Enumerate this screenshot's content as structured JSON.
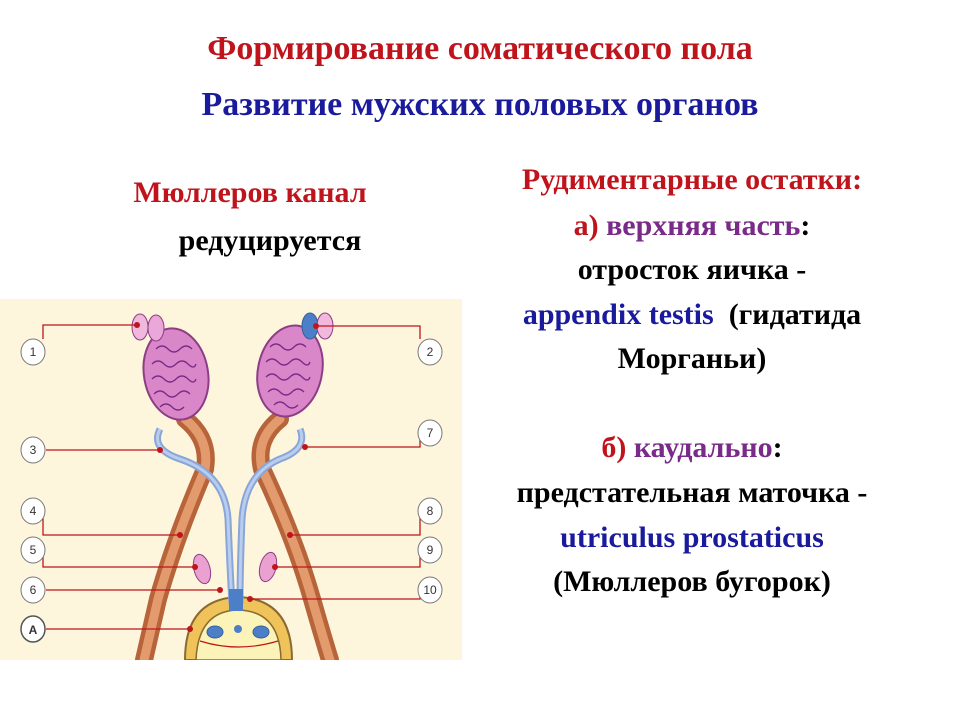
{
  "title": "Формирование соматического пола",
  "subtitle": "Развитие мужских половых органов",
  "left": {
    "heading": "Мюллеров канал",
    "subheading": "редуцируется"
  },
  "right": {
    "heading": "Рудиментарные остатки:",
    "a_label": "а)",
    "a_term": "верхняя часть",
    "a_colon": ":",
    "a_line2": "отросток яичка -",
    "a_latin": "appendix testis",
    "a_paren1": "(гидатида",
    "a_paren2": "Морганьи)",
    "b_label": "б)",
    "b_term": "каудально",
    "b_colon": ":",
    "b_line2": "предстательная маточка -",
    "b_latin": "utriculus prostaticus",
    "b_paren": "(Мюллеров бугорок)"
  },
  "diagram_labels": {
    "l1": "1",
    "l2": "2",
    "l3": "3",
    "l4": "4",
    "l5": "5",
    "l6": "6",
    "l7": "7",
    "l8": "8",
    "l9": "9",
    "l10": "10",
    "lA": "A"
  },
  "colors": {
    "title_red": "#c0141c",
    "title_blue": "#1a1a9c",
    "term_purple": "#7a2a88",
    "diagram_bg": "#fdf6dc",
    "leader_line": "#c0141c"
  }
}
